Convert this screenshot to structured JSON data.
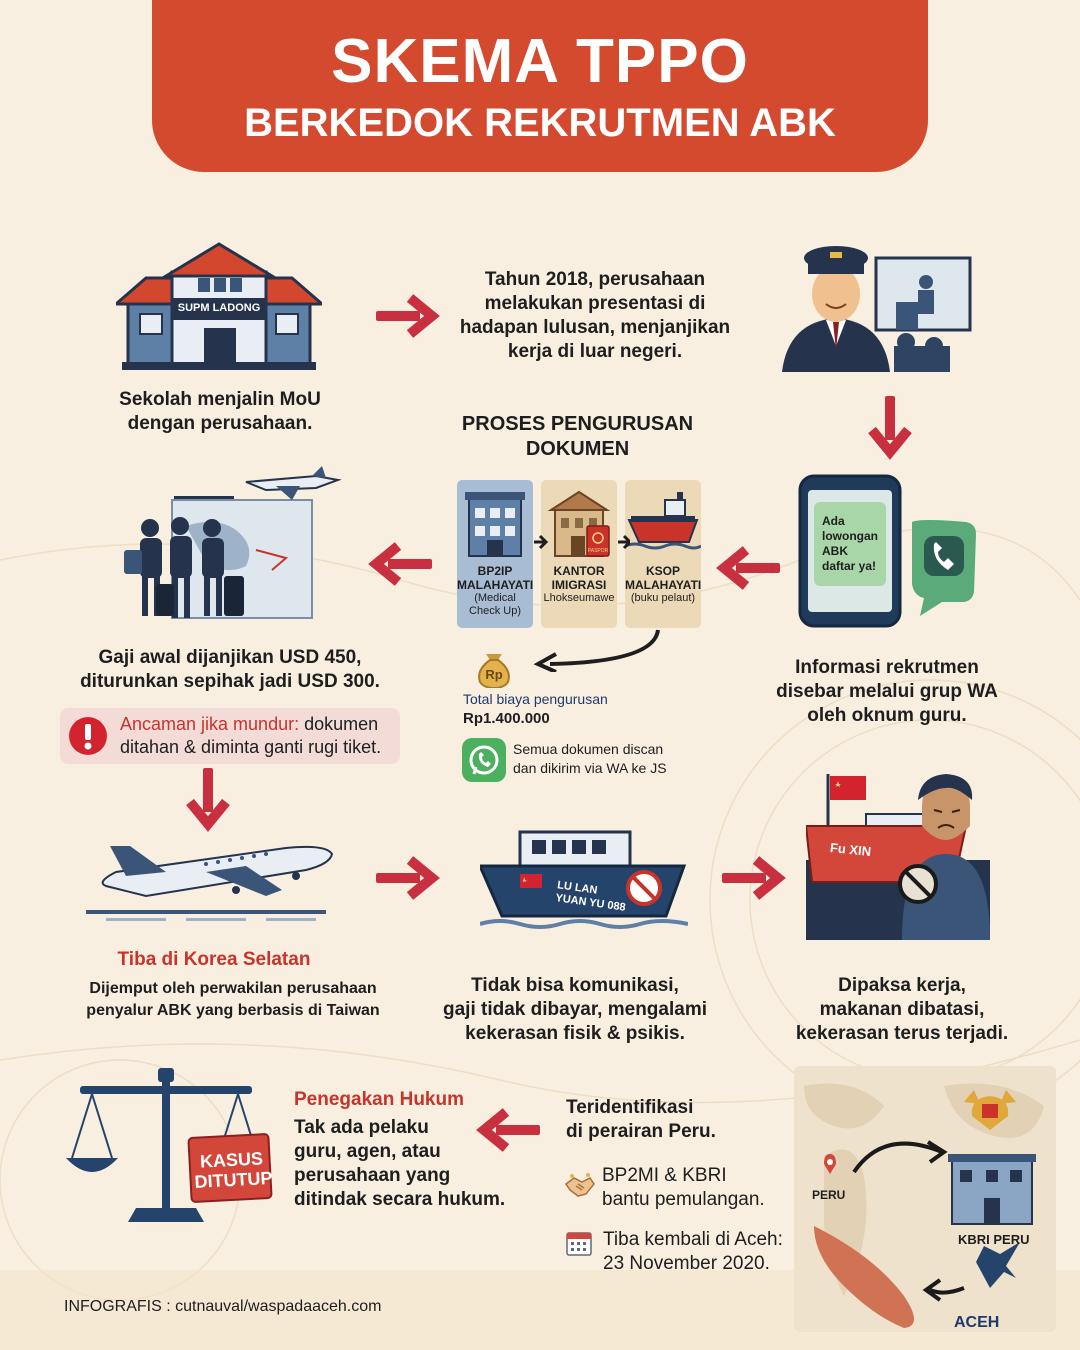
{
  "header": {
    "title": "SKEMA TPPO",
    "subtitle": "BERKEDOK REKRUTMEN ABK"
  },
  "steps": {
    "school": {
      "sign": "SUPM LADONG",
      "text_line1": "Sekolah menjalin MoU",
      "text_line2": "dengan perusahaan."
    },
    "presentation": {
      "text_line1": "Tahun 2018, perusahaan",
      "text_line2": "melakukan presentasi di",
      "text_line3": "hadapan lulusan, menjanjikan",
      "text_line4": "kerja di luar negeri."
    },
    "whatsapp": {
      "bubble_line1": "Ada",
      "bubble_line2": "lowongan",
      "bubble_line3": "ABK",
      "bubble_line4": "daftar ya!",
      "text_line1": "Informasi rekrutmen",
      "text_line2": "disebar melalui grup WA",
      "text_line3": "oleh oknum guru."
    },
    "documents": {
      "title_line1": "PROSES PENGURUSAN",
      "title_line2": "DOKUMEN",
      "cards": [
        {
          "line1": "BP2IP",
          "line2": "MALAHAYATI",
          "sub1": "(Medical",
          "sub2": "Check Up)"
        },
        {
          "line1": "KANTOR",
          "line2": "IMIGRASI",
          "sub1": "Lhokseumawe",
          "sub2": ""
        },
        {
          "line1": "KSOP",
          "line2": "MALAHAYATI",
          "sub1": "(buku pelaut)",
          "sub2": ""
        }
      ],
      "passport_label": "PASPOR",
      "rp_symbol": "Rp",
      "cost_label": "Total biaya pengurusan",
      "cost_value": "Rp1.400.000",
      "scan_line1": "Semua dokumen discan",
      "scan_line2": "dan dikirim via WA ke JS"
    },
    "salary": {
      "text_line1": "Gaji awal dijanjikan USD 450,",
      "text_line2": "diturunkan sepihak jadi USD 300.",
      "threat_label": "Ancaman jika mundur:",
      "threat_rest": " dokumen",
      "threat_line2": "ditahan & diminta ganti rugi tiket."
    },
    "arrival": {
      "heading": "Tiba di Korea Selatan",
      "text_line1": "Dijemput oleh  perwakilan  perusahaan",
      "text_line2": "penyalur ABK yang berbasis di Taiwan"
    },
    "ship": {
      "name_line1": "LU LAN",
      "name_line2": "YUAN YU 088",
      "text_line1": "Tidak bisa komunikasi,",
      "text_line2": "gaji tidak dibayar, mengalami",
      "text_line3": "kekerasan fisik & psikis."
    },
    "forced": {
      "ship_name": "Fu XIN",
      "text_line1": "Dipaksa kerja,",
      "text_line2": "makanan dibatasi,",
      "text_line3": "kekerasan terus terjadi."
    },
    "law": {
      "stamp_line1": "KASUS",
      "stamp_line2": "DITUTUP",
      "heading": "Penegakan Hukum",
      "text_line1": "Tak ada pelaku",
      "text_line2": "guru, agen, atau",
      "text_line3": "perusahaan yang",
      "text_line4": "ditindak secara hukum."
    },
    "return": {
      "id_line1": "Teridentifikasi",
      "id_line2": "di perairan Peru.",
      "help_line1": "BP2MI & KBRI",
      "help_line2": "bantu pemulangan.",
      "date_line1": "Tiba kembali di Aceh:",
      "date_line2": "23 November 2020.",
      "map_peru": "PERU",
      "map_kbri": "KBRI PERU",
      "map_aceh": "ACEH"
    }
  },
  "footer": {
    "credit": "INFOGRAFIS : cutnauval/waspadaaceh.com"
  },
  "colors": {
    "accent": "#d34a2f",
    "arrow": "#c9303f",
    "background": "#f8efe0"
  }
}
